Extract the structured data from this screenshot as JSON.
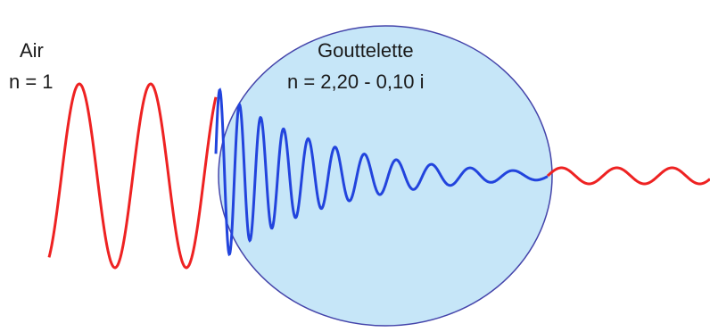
{
  "air": {
    "name": "Air",
    "index": "n = 1",
    "wave_color": "#ee2222"
  },
  "droplet": {
    "name": "Gouttelette",
    "index": "n = 2,20 - 0,10 i",
    "fill_color": "#c6e6f8",
    "border_color": "#4444aa",
    "wave_color": "#2244dd"
  },
  "exit_wave": {
    "wave_color": "#ee2222"
  }
}
